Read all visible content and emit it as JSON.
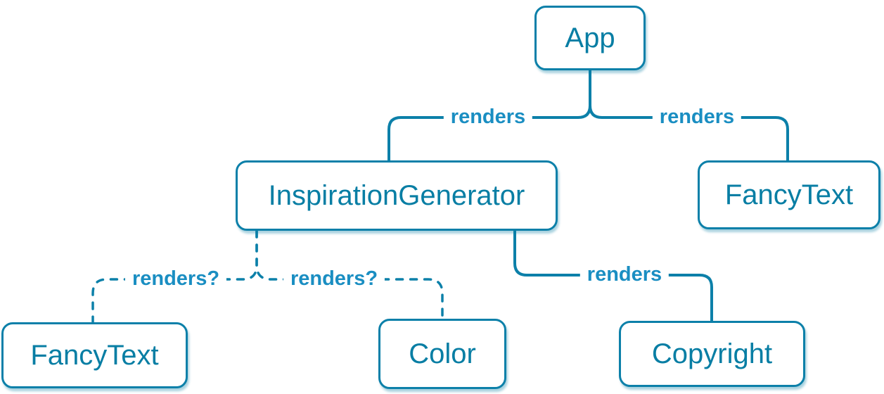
{
  "diagram": {
    "title": "component-render-tree",
    "colors": {
      "accent_stroke": "#0c80a9",
      "node_text": "#087ea4",
      "edge_label_text": "#1a8ec2",
      "background": "#ffffff"
    },
    "nodes": {
      "app": {
        "label": "App"
      },
      "inspiration_generator": {
        "label": "InspirationGenerator"
      },
      "fancy_text_top": {
        "label": "FancyText"
      },
      "fancy_text_bottom": {
        "label": "FancyText"
      },
      "color": {
        "label": "Color"
      },
      "copyright": {
        "label": "Copyright"
      }
    },
    "edges": {
      "app_to_inspiration_generator": {
        "label": "renders",
        "style": "solid"
      },
      "app_to_fancy_text": {
        "label": "renders",
        "style": "solid"
      },
      "inspiration_generator_to_fancy_text": {
        "label": "renders?",
        "style": "dashed"
      },
      "inspiration_generator_to_color": {
        "label": "renders?",
        "style": "dashed"
      },
      "inspiration_generator_to_copyright": {
        "label": "renders",
        "style": "solid"
      }
    }
  }
}
